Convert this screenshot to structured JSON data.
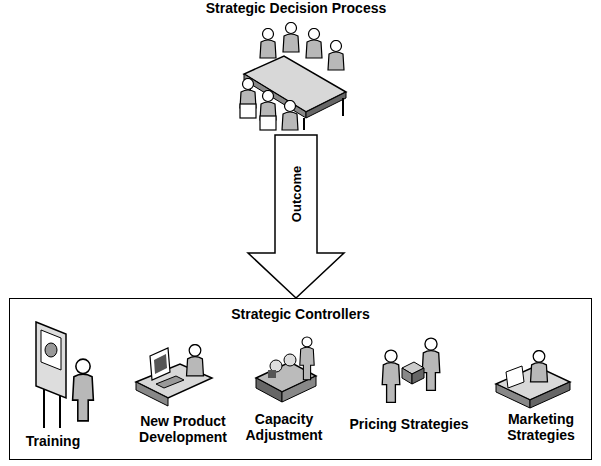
{
  "diagram": {
    "nodes": [
      {
        "text": [
          "Strategic Decision Process"
        ]
      },
      {
        "text": [
          "Strategic Controllers"
        ]
      },
      {
        "text": [
          "Training"
        ],
        "in": 1
      },
      {
        "text": [
          "New Product Development"
        ],
        "in": 1
      },
      {
        "text": [
          "Capacity Adjustment"
        ],
        "in": 1
      },
      {
        "text": [
          "Pricing Strategies"
        ],
        "in": 1
      },
      {
        "text": [
          "Marketing Strategies"
        ],
        "in": 1
      }
    ],
    "edges": [
      {
        "from": 0,
        "to": 1,
        "label": "Outcome",
        "arrow": "to"
      }
    ]
  }
}
